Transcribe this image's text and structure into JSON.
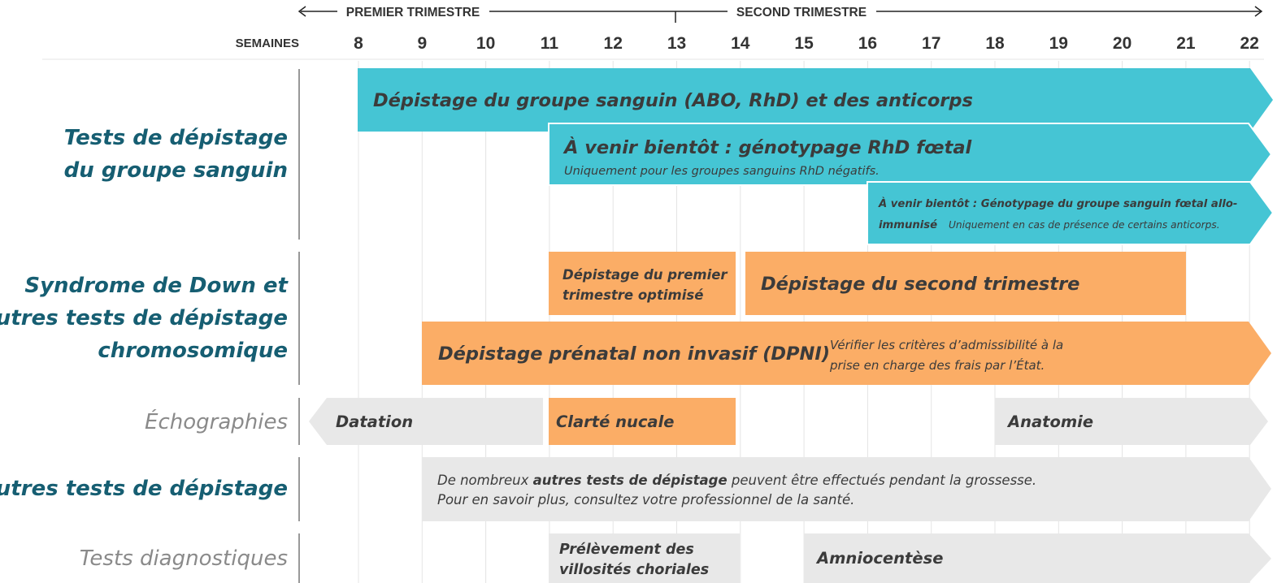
{
  "header": {
    "first_trimester": "PREMIER TRIMESTRE",
    "second_trimester": "SECOND TRIMESTRE",
    "weeks_label": "SEMAINES"
  },
  "weeks": [
    "8",
    "9",
    "10",
    "11",
    "12",
    "13",
    "14",
    "15",
    "16",
    "17",
    "18",
    "19",
    "20",
    "21",
    "22"
  ],
  "categories": {
    "blood": [
      "Tests de dépistage",
      "du groupe sanguin"
    ],
    "down": [
      "Syndrome de Down et",
      "autres tests de dépistage",
      "chromosomique"
    ],
    "echo": "Échographies",
    "other": "Autres tests de dépistage",
    "diag": "Tests diagnostiques"
  },
  "bars": {
    "blood_abo": {
      "title": "Dépistage du groupe sanguin (ABO, RhD) et des anticorps"
    },
    "rhd_fetal": {
      "title": "À venir bientôt : génotypage RhD fœtal",
      "subtitle": "Uniquement pour les groupes sanguins RhD négatifs."
    },
    "allo": {
      "title_line1": "À venir bientôt : Génotypage du groupe sanguin fœtal allo-",
      "title_line2": "immunisé",
      "subtitle": "Uniquement en cas de présence de certains anticorps."
    },
    "first_tri": {
      "line1": "Dépistage du premier",
      "line2": "trimestre optimisé"
    },
    "second_tri": {
      "title": "Dépistage du second trimestre"
    },
    "dpni": {
      "title": "Dépistage prénatal non invasif (DPNI)",
      "note_line1": "Vérifier les critères d’admissibilité à la",
      "note_line2": "prise en charge des frais par l’État."
    },
    "datation": {
      "title": "Datation"
    },
    "clarte": {
      "title": "Clarté nucale"
    },
    "anatomie": {
      "title": "Anatomie"
    },
    "other_tests": {
      "pre": "De nombreux ",
      "bold": "autres tests de dépistage",
      "post": " peuvent être effectués pendant la grossesse.",
      "line2": "Pour en savoir plus, consultez votre professionnel de la santé."
    },
    "villosites": {
      "line1": "Prélèvement des",
      "line2": "villosités choriales"
    },
    "amnio": {
      "title": "Amniocentèse"
    }
  },
  "colors": {
    "teal": "#45c5d4",
    "orange": "#fbad66",
    "grey": "#e8e8e8",
    "category_dark": "#165e72",
    "category_grey": "#8a8a8a"
  }
}
